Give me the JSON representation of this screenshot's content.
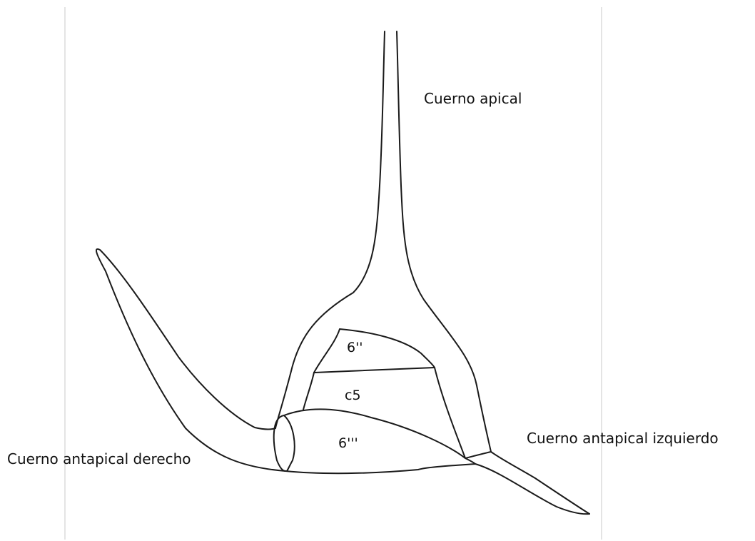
{
  "labels": {
    "apical_horn": "Cuerno apical",
    "right_antapical_horn": "Cuerno antapical derecho",
    "left_antapical_horn": "Cuerno antapical izquierdo"
  },
  "plates": {
    "upper": "6''",
    "middle": "c5",
    "lower": "6'''"
  },
  "colors": {
    "line": "#1a1a1a",
    "frame": "#c8c8c8",
    "background": "#ffffff"
  }
}
